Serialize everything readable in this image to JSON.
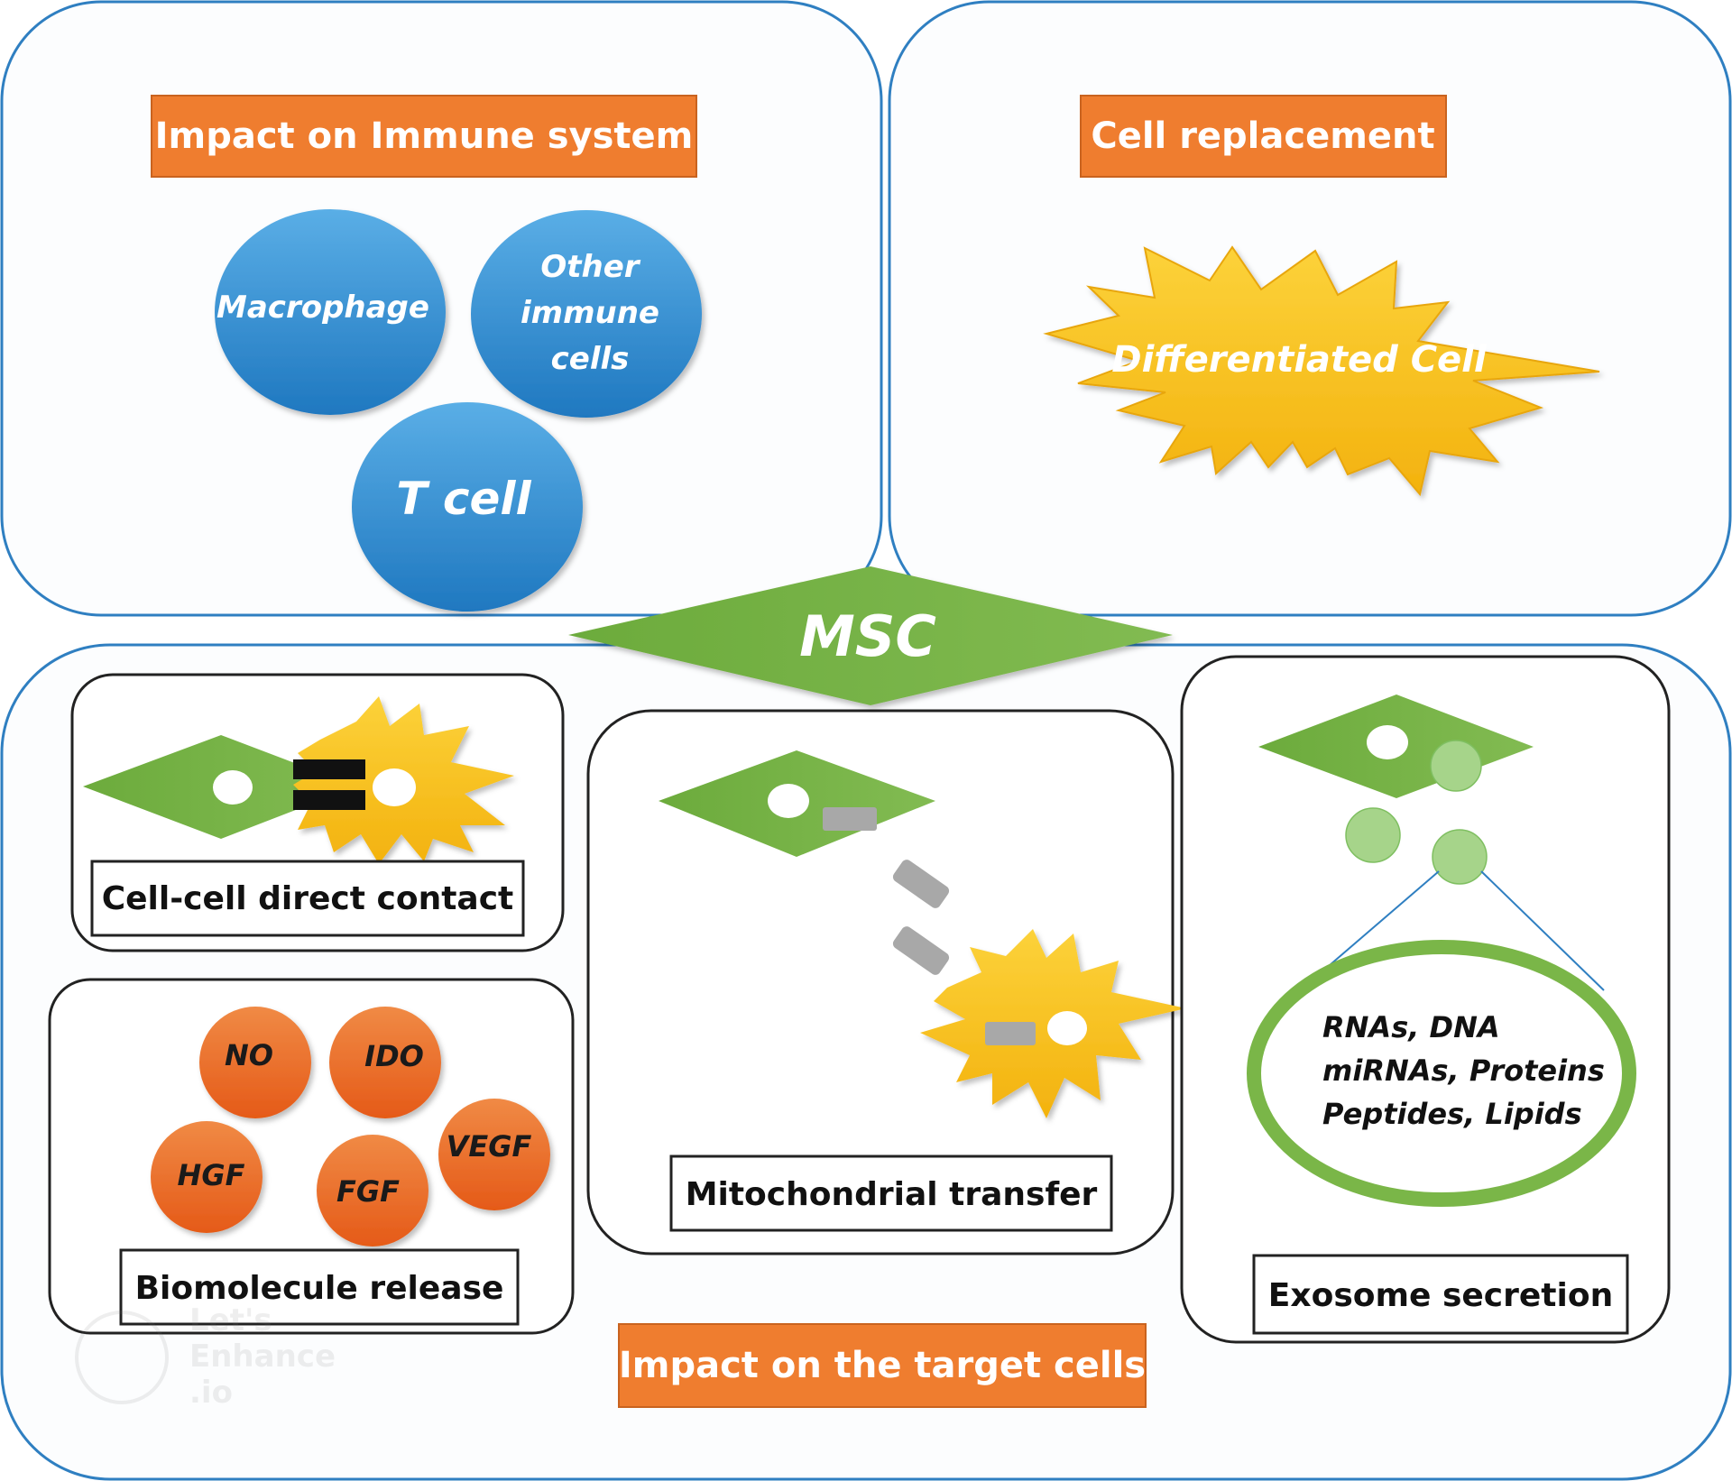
{
  "colors": {
    "panel_border": "#2f7fc1",
    "orange_box": "#ef7d2f",
    "blue_cell": "#2f8fd3",
    "star_yellow": "#f9c31d",
    "green_cell": "#74b044",
    "orange_ball": "#ea6a26",
    "mito_gray": "#a8a8a8"
  },
  "immune_panel": {
    "title": "Impact on Immune system",
    "macrophage": "Macrophage",
    "other_immune_line1": "Other",
    "other_immune_line2": "immune",
    "other_immune_line3": "cells",
    "t_cell": "T cell"
  },
  "replacement_panel": {
    "title": "Cell replacement",
    "star_label": "Differentiated Cell"
  },
  "center": {
    "msc_label": "MSC"
  },
  "target_panel": {
    "title": "Impact on the target cells",
    "direct_contact_label": "Cell-cell direct contact",
    "biomolecule_label": "Biomolecule release",
    "biomolecules": [
      "NO",
      "IDO",
      "HGF",
      "FGF",
      "VEGF"
    ],
    "mito_label": "Mitochondrial transfer",
    "exosome_label": "Exosome secretion",
    "exosome_contents_line1": "RNAs, DNA",
    "exosome_contents_line2": "miRNAs, Proteins",
    "exosome_contents_line3": "Peptides, Lipids"
  },
  "watermark": {
    "line1": "Let's",
    "line2": "Enhance",
    "line3": ".io"
  }
}
